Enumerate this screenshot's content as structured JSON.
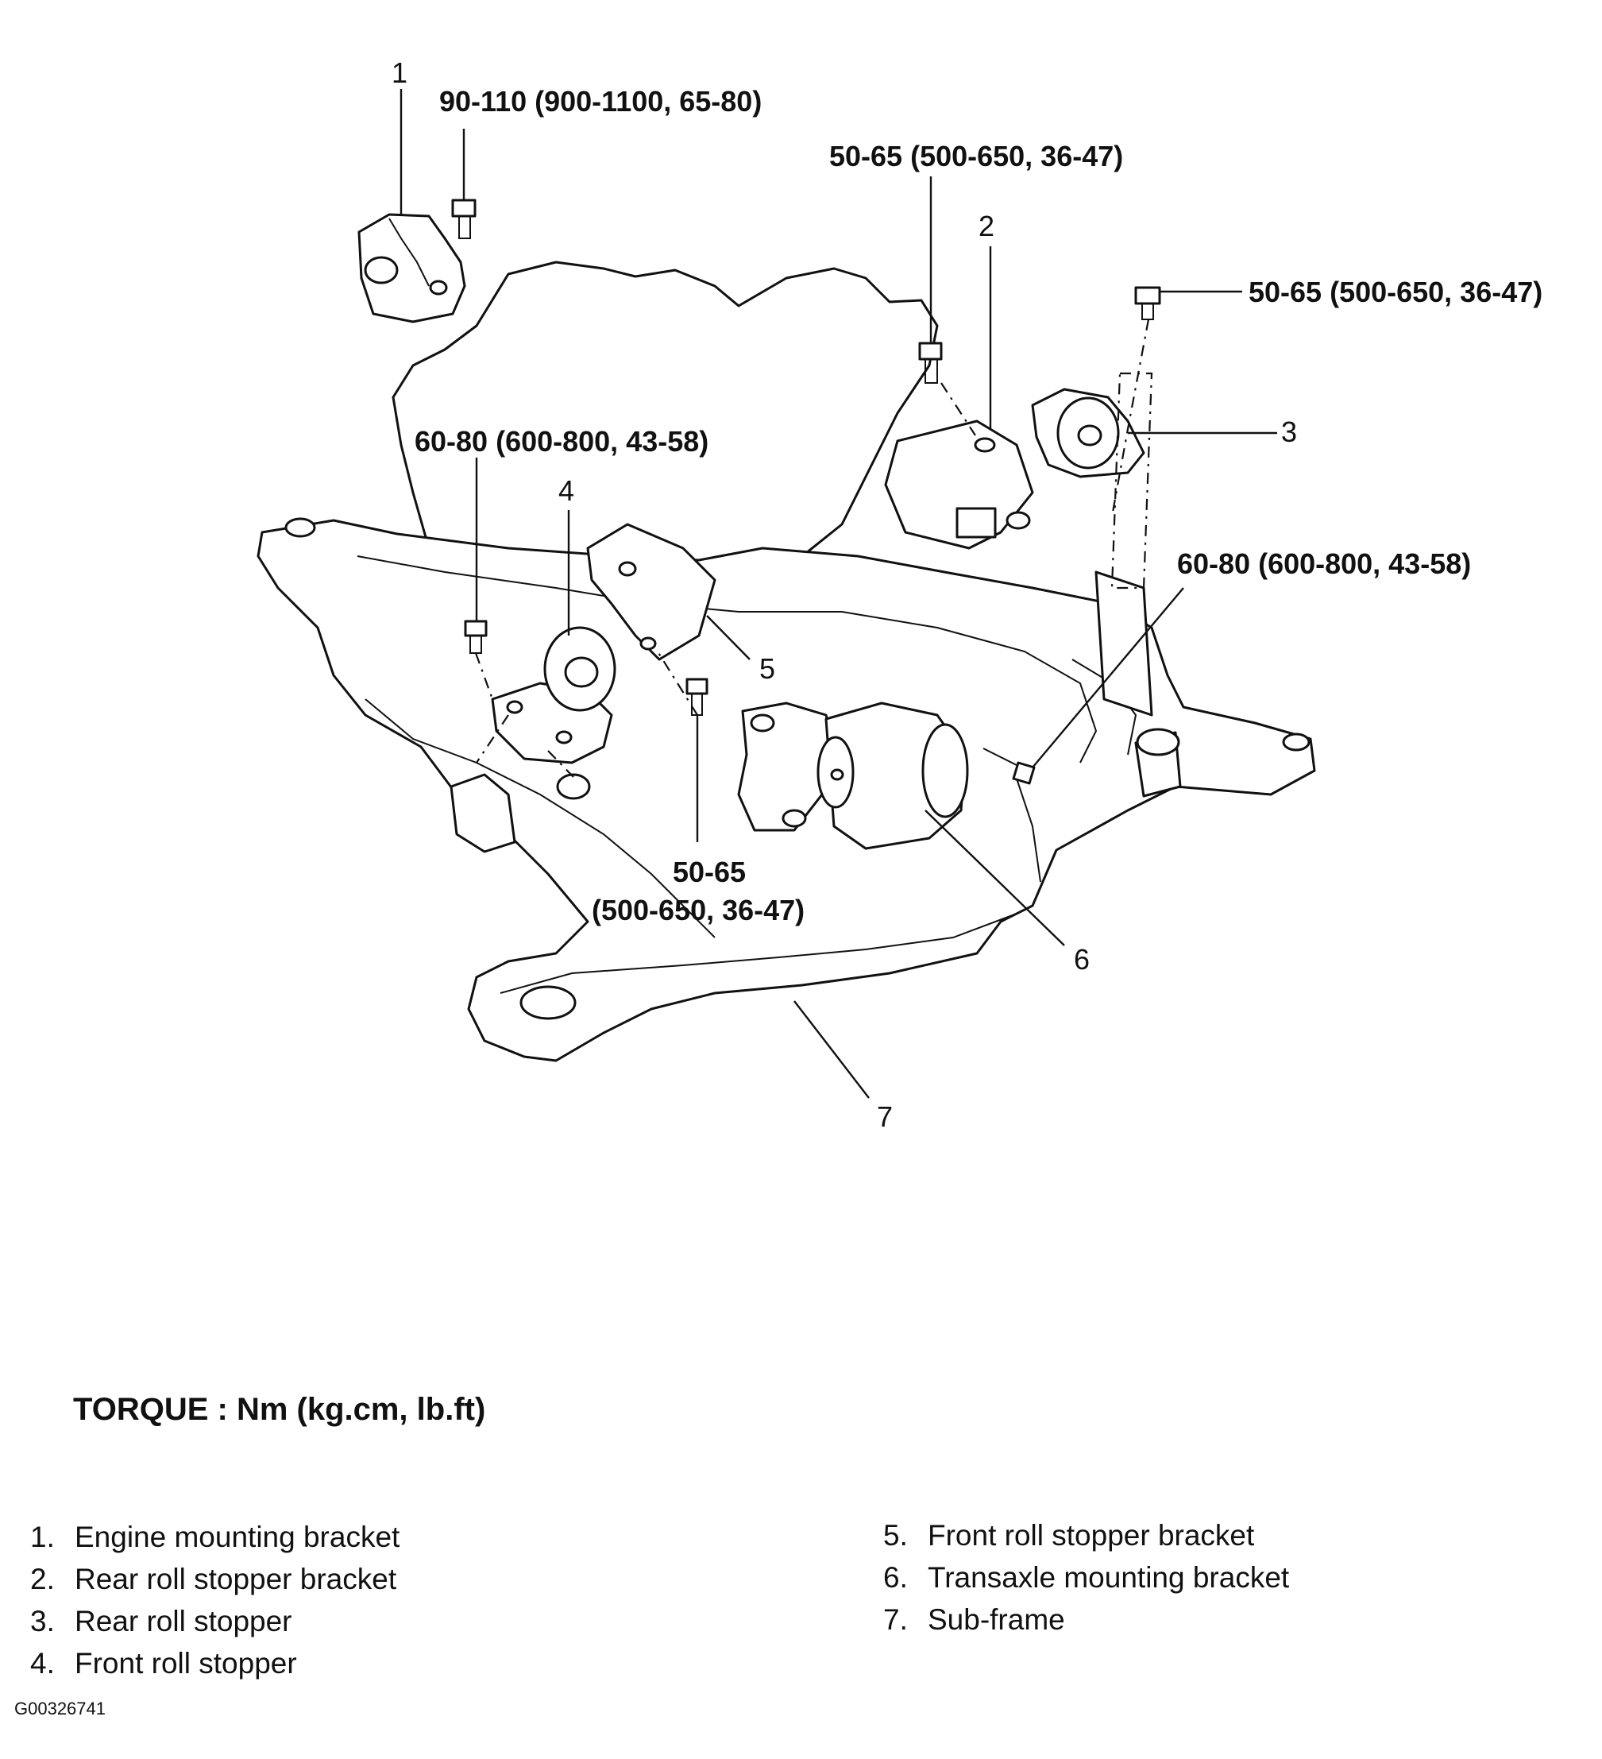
{
  "torque_heading": "TORQUE : Nm (kg.cm, lb.ft)",
  "callouts": [
    {
      "id": "t1",
      "text": "90-110 (900-1100, 65-80)"
    },
    {
      "id": "t2",
      "text": "50-65 (500-650, 36-47)"
    },
    {
      "id": "t3",
      "text": "50-65 (500-650, 36-47)"
    },
    {
      "id": "t4",
      "text": "60-80 (600-800, 43-58)"
    },
    {
      "id": "t5",
      "text": "60-80 (600-800, 43-58)"
    },
    {
      "id": "t6a",
      "text": "50-65"
    },
    {
      "id": "t6b",
      "text": "(500-650, 36-47)"
    }
  ],
  "part_numbers": [
    "1",
    "2",
    "3",
    "4",
    "5",
    "6",
    "7"
  ],
  "legend": [
    {
      "num": "1.",
      "label": "Engine mounting bracket"
    },
    {
      "num": "2.",
      "label": "Rear roll stopper bracket"
    },
    {
      "num": "3.",
      "label": "Rear roll stopper"
    },
    {
      "num": "4.",
      "label": "Front roll stopper"
    },
    {
      "num": "5.",
      "label": "Front roll stopper bracket"
    },
    {
      "num": "6.",
      "label": "Transaxle mounting bracket"
    },
    {
      "num": "7.",
      "label": "Sub-frame"
    }
  ],
  "figure_code": "G00326741"
}
